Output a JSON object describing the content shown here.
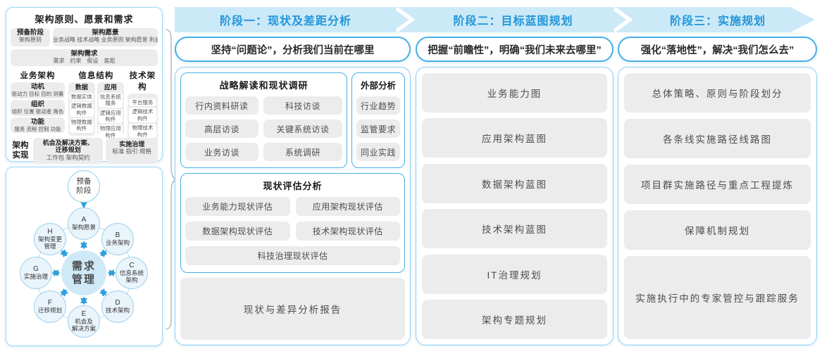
{
  "colors": {
    "band": "#cce9f8",
    "header_text": "#2196d9",
    "accent_border": "#45b0e5",
    "container_border": "#8fd0f0",
    "box_bg": "#ececec",
    "arrow": "#2da0dd"
  },
  "left_top": {
    "title": "架构原则、愿景和需求",
    "prelim_title": "预备阶段",
    "prelim_sub": "架构原则",
    "vision_title": "架构愿景",
    "vision_sub": "业务战略 技术战略 业务原则 架构愿景 利益相关者",
    "req_title": "架构需求",
    "req_sub": "需求　约束　假设　差距",
    "biz": {
      "title": "业务架构",
      "groups": [
        {
          "t": "动机",
          "s": "驱动力 目标 目的 测量"
        },
        {
          "t": "组织",
          "s": "组织 位置 驱动者 角色"
        },
        {
          "t": "功能",
          "s": "服务 流程 控制 功能"
        }
      ]
    },
    "info": {
      "title": "信息结构",
      "data": {
        "t": "数据",
        "items": [
          "数据实体",
          "逻辑数据\n构件",
          "物理数据\n构件"
        ]
      },
      "app": {
        "t": "应用",
        "items": [
          "信息系统\n服务",
          "逻辑应用\n构件",
          "物理应用\n构件"
        ]
      }
    },
    "tech": {
      "title": "技术架构",
      "items": [
        "平台服务",
        "逻辑技术\n构件",
        "物理技术\n构件"
      ]
    },
    "impl_label": "架构\n实现",
    "impl_box1_t": "机会及解决方案、\n迁移规划",
    "impl_box1_s": "工作包 架构契约",
    "impl_box2_t": "实施治理",
    "impl_box2_s": "标准 指引 规格"
  },
  "adm": {
    "prelim": "预备\n阶段",
    "center": "需求\n管理",
    "nodes": [
      {
        "letter": "A",
        "label": "架构愿景"
      },
      {
        "letter": "B",
        "label": "业务架构"
      },
      {
        "letter": "C",
        "label": "信息系统\n架构"
      },
      {
        "letter": "D",
        "label": "技术架构"
      },
      {
        "letter": "E",
        "label": "机会及\n解决方案"
      },
      {
        "letter": "F",
        "label": "迁移规划"
      },
      {
        "letter": "G",
        "label": "实施治理"
      },
      {
        "letter": "H",
        "label": "架构变更\n管理"
      }
    ]
  },
  "phases": [
    {
      "header": "阶段一：现状及差距分析",
      "slogan": "坚持“问题论”，分析我们当前在哪里"
    },
    {
      "header": "阶段二：目标蓝图规划",
      "slogan": "把握“前瞻性”，明确“我们未来去哪里”"
    },
    {
      "header": "阶段三：实施规划",
      "slogan": "强化“落地性”，解决“我们怎么去”"
    }
  ],
  "phase1": {
    "survey_title": "战略解读和现状调研",
    "survey_items": [
      "行内资料研读",
      "科技访谈",
      "高层访谈",
      "关键系统访谈",
      "业务访谈",
      "系统调研"
    ],
    "external_title": "外部分析",
    "external_items": [
      "行业趋势",
      "监管要求",
      "同业实践"
    ],
    "assess_title": "现状评估分析",
    "assess_items": [
      "业务能力现状评估",
      "应用架构现状评估",
      "数据架构现状评估",
      "技术架构现状评估",
      "科技治理现状评估"
    ],
    "report": "现状与差异分析报告"
  },
  "phase2_items": [
    "业务能力图",
    "应用架构蓝图",
    "数据架构蓝图",
    "技术架构蓝图",
    "IT治理规划",
    "架构专题规划"
  ],
  "phase3_items": [
    "总体策略、原则与阶段划分",
    "各条线实施路径线路图",
    "项目群实施路径与重点工程提炼",
    "保障机制规划",
    "实施执行中的专家管控与跟踪服务"
  ]
}
